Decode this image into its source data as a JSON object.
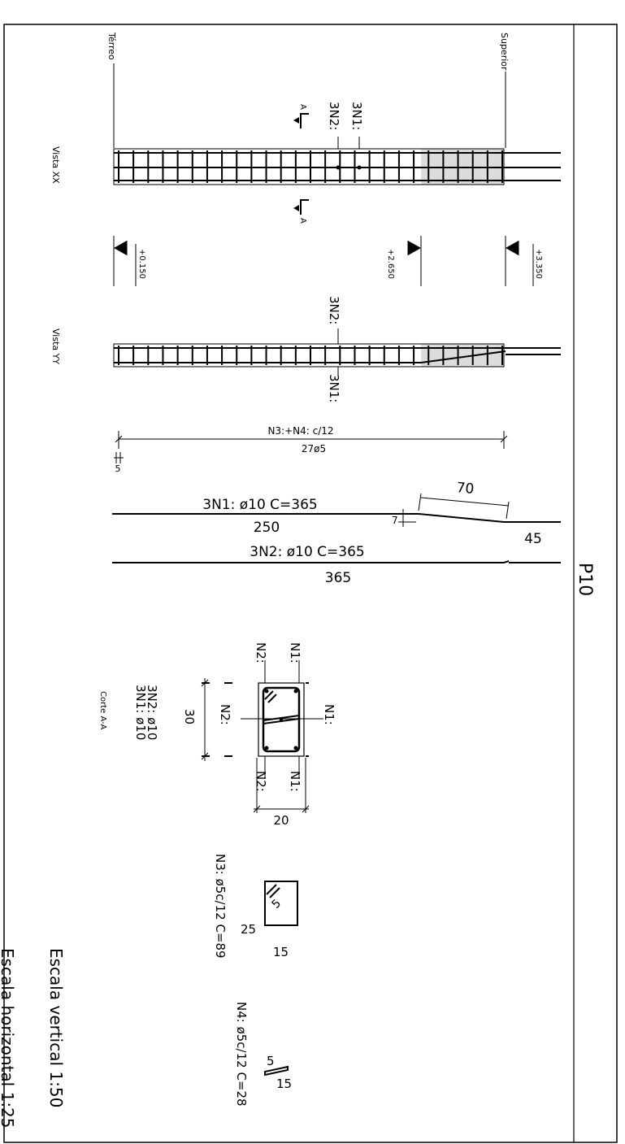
{
  "sheet": {
    "title": "P10",
    "scale_vertical": "Escala vertical   1:50",
    "scale_horizontal": "Escala horizontal 1:25"
  },
  "levels": {
    "bottom_name": "Térreo",
    "top_name": "Superior",
    "elev_1": "+0.150",
    "elev_2": "+2.650",
    "elev_3": "+3.350"
  },
  "views": {
    "view_xx": "Vista XX",
    "view_yy": "Vista YY",
    "section": "Corte A-A",
    "section_mark": "A"
  },
  "labels": {
    "n1": "3N1:",
    "n2": "3N2:",
    "stirrups": "N3:+N4: c/12",
    "stirrup_count": "27ø5",
    "offset": "5"
  },
  "bars": {
    "n1_title": "3N1: ø10  C=365",
    "n1_len": "250",
    "n1_lap": "70",
    "n1_off": "7",
    "n1_end": "45",
    "n2_title": "3N2: ø10  C=365",
    "n2_len": "365"
  },
  "section_aa": {
    "n1": "N1:",
    "n2": "N2:",
    "rebar_1": "3N1: ø10",
    "rebar_2": "3N2: ø10",
    "width": "30",
    "depth": "20"
  },
  "stirrup_n3": {
    "label": "N3: ø5c/12  C=89",
    "dim_a": "25",
    "dim_b": "15",
    "hook": "5"
  },
  "stirrup_n4": {
    "label": "N4: ø5c/12  C=28",
    "dim_a": "5",
    "dim_b": "15"
  }
}
